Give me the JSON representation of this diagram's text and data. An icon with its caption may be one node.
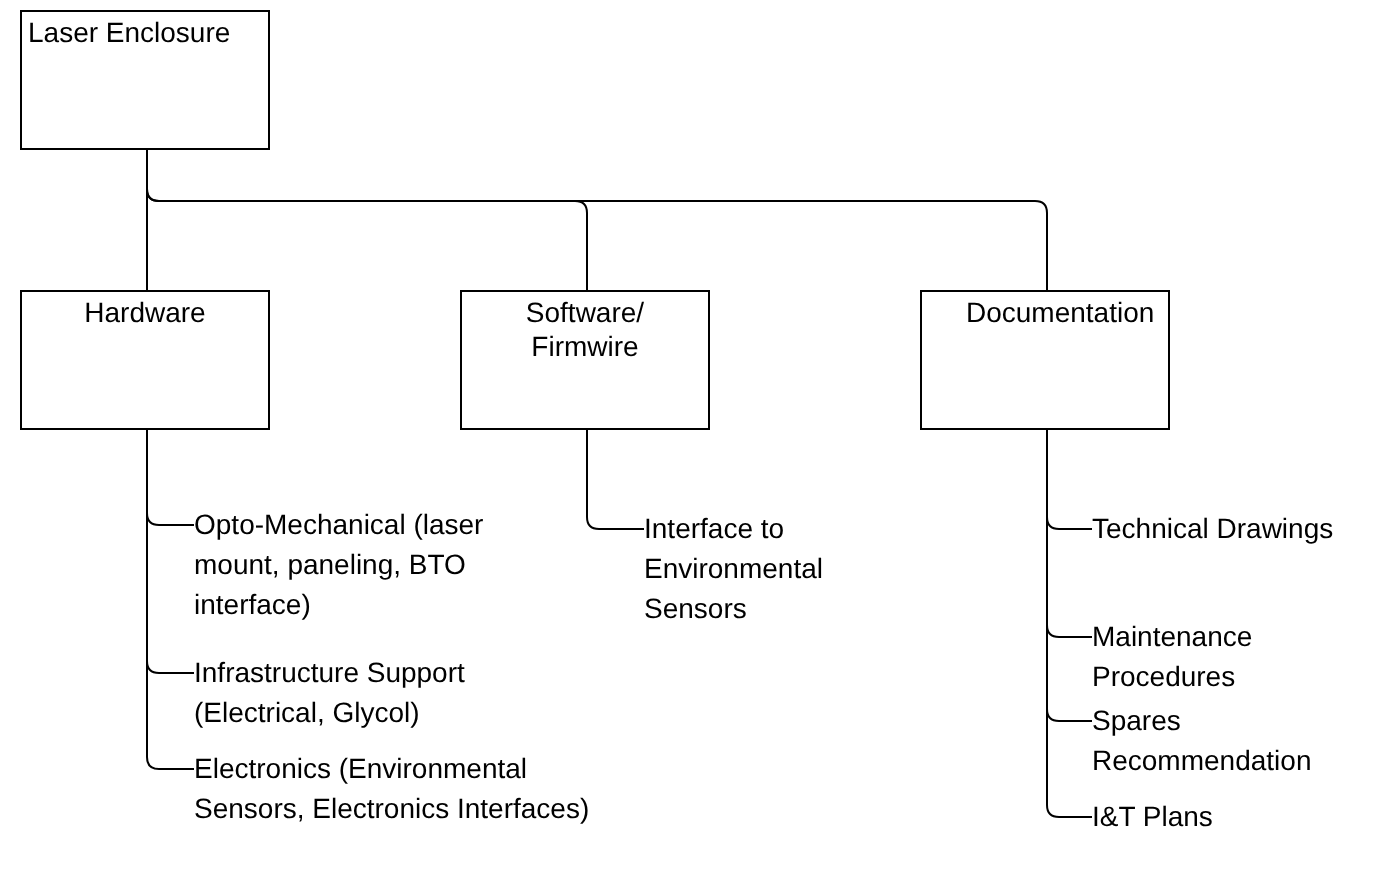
{
  "diagram": {
    "nodes": [
      {
        "text": [
          "Laser Enclosure"
        ]
      },
      {
        "text": [
          "Hardware"
        ]
      },
      {
        "text": [
          "Software/ Firmwire"
        ]
      },
      {
        "text": [
          "Documentation"
        ]
      },
      {
        "text": [
          "Opto-Mechanical (laser mount, paneling, BTO interface)"
        ]
      },
      {
        "text": [
          "Infrastructure Support (Electrical, Glycol)"
        ]
      },
      {
        "text": [
          "Electronics (Environmental Sensors, Electronics Interfaces)"
        ]
      },
      {
        "text": [
          "Interface to Environmental Sensors"
        ]
      },
      {
        "text": [
          "Technical Drawings"
        ]
      },
      {
        "text": [
          "Maintenance Procedures"
        ]
      },
      {
        "text": [
          "Spares Recommendation"
        ]
      },
      {
        "text": [
          "I&T Plans"
        ]
      }
    ],
    "edges": [
      {
        "from": 0,
        "to": 1,
        "arrow": "none"
      },
      {
        "from": 0,
        "to": 2,
        "arrow": "none"
      },
      {
        "from": 0,
        "to": 3,
        "arrow": "none"
      },
      {
        "from": 1,
        "to": 4,
        "arrow": "none"
      },
      {
        "from": 1,
        "to": 5,
        "arrow": "none"
      },
      {
        "from": 1,
        "to": 6,
        "arrow": "none"
      },
      {
        "from": 2,
        "to": 7,
        "arrow": "none"
      },
      {
        "from": 3,
        "to": 8,
        "arrow": "none"
      },
      {
        "from": 3,
        "to": 9,
        "arrow": "none"
      },
      {
        "from": 3,
        "to": 10,
        "arrow": "none"
      },
      {
        "from": 3,
        "to": 11,
        "arrow": "none"
      }
    ]
  }
}
